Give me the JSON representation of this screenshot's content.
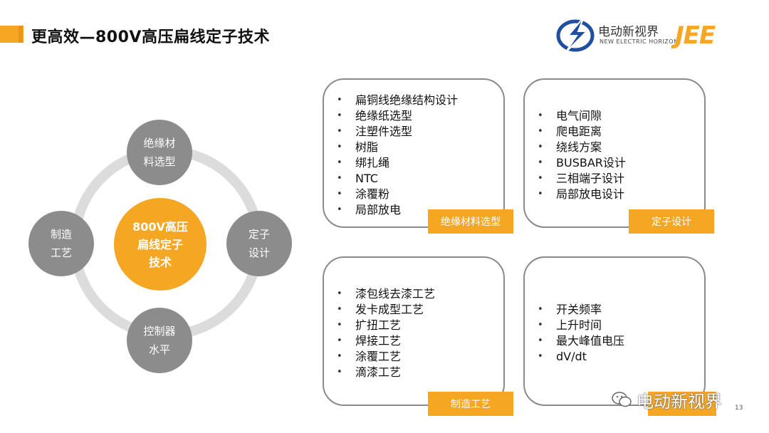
{
  "header": {
    "title": "更高效—800V高压扁线定子技术",
    "logo_brand": "电动新视界",
    "logo_sub": "NEW ELECTRIC HORIZON",
    "logo_mark": "JEE"
  },
  "diagram": {
    "center": "800V高压\n扁线定子\n技术",
    "nodes": {
      "top": "绝缘材\n料选型",
      "left": "制造\n工艺",
      "right": "定子\n设计",
      "bottom": "控制器\n水平"
    }
  },
  "boxes": [
    {
      "tag": "绝缘材料选型",
      "items": [
        "扁铜线绝缘结构设计",
        "绝缘纸选型",
        "注塑件选型",
        "树脂",
        "绑扎绳",
        "NTC",
        "涂覆粉",
        "局部放电"
      ]
    },
    {
      "tag": "定子设计",
      "items": [
        "电气间隙",
        "爬电距离",
        "绕线方案",
        "BUSBAR设计",
        "三相端子设计",
        "局部放电设计"
      ]
    },
    {
      "tag": "制造工艺",
      "items": [
        "漆包线去漆工艺",
        "发卡成型工艺",
        "扩扭工艺",
        "焊接工艺",
        "涂覆工艺",
        "滴漆工艺"
      ]
    },
    {
      "tag": "",
      "items": [
        "开关频率",
        "上升时间",
        "最大峰值电压",
        "dV/dt"
      ]
    }
  ],
  "watermark": "电动新视界",
  "page_number": "13",
  "colors": {
    "accent": "#f5a623",
    "node_gray": "#8c8c8c",
    "ring": "#dcdcdc"
  }
}
